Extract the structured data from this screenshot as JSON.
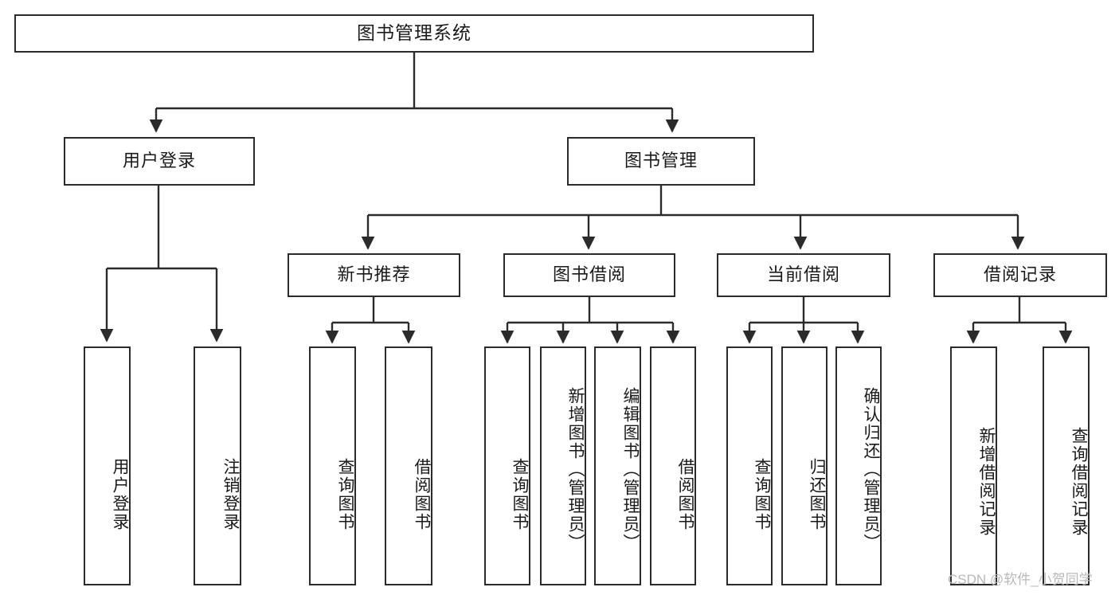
{
  "diagram": {
    "type": "tree-hierarchy",
    "title": "图书管理系统",
    "root": {
      "id": "root",
      "label": "图书管理系统"
    },
    "tier2": [
      {
        "id": "user-login",
        "label": "用户登录"
      },
      {
        "id": "book-manage",
        "label": "图书管理"
      }
    ],
    "tier3": [
      {
        "id": "new-book-rec",
        "label": "新书推荐",
        "parent": "book-manage"
      },
      {
        "id": "book-borrow",
        "label": "图书借阅",
        "parent": "book-manage"
      },
      {
        "id": "current-borrow",
        "label": "当前借阅",
        "parent": "book-manage"
      },
      {
        "id": "borrow-record",
        "label": "借阅记录",
        "parent": "book-manage"
      }
    ],
    "leaves": {
      "user_login": [
        {
          "id": "leaf-user-login",
          "label": "用户登录"
        },
        {
          "id": "leaf-logout",
          "label": "注销登录"
        }
      ],
      "new_book_rec": [
        {
          "id": "leaf-query-book-1",
          "label": "查询图书"
        },
        {
          "id": "leaf-borrow-book-1",
          "label": "借阅图书"
        }
      ],
      "book_borrow": [
        {
          "id": "leaf-query-book-2",
          "label": "查询图书"
        },
        {
          "id": "leaf-add-book",
          "label": "新增图书（管理员）"
        },
        {
          "id": "leaf-edit-book",
          "label": "编辑图书（管理员）"
        },
        {
          "id": "leaf-borrow-book-2",
          "label": "借阅图书"
        }
      ],
      "current_borrow": [
        {
          "id": "leaf-query-book-3",
          "label": "查询图书"
        },
        {
          "id": "leaf-return-book",
          "label": "归还图书"
        },
        {
          "id": "leaf-confirm-return",
          "label": "确认归还（管理员）"
        }
      ],
      "borrow_record": [
        {
          "id": "leaf-add-record",
          "label": "新增借阅记录"
        },
        {
          "id": "leaf-query-record",
          "label": "查询借阅记录"
        }
      ]
    },
    "colors": {
      "stroke": "#2b2b2b",
      "background": "#ffffff",
      "text": "#1a1a1a",
      "watermark": "#b9b9b9"
    }
  },
  "watermark": {
    "text": "CSDN @软件_小贺同学"
  }
}
